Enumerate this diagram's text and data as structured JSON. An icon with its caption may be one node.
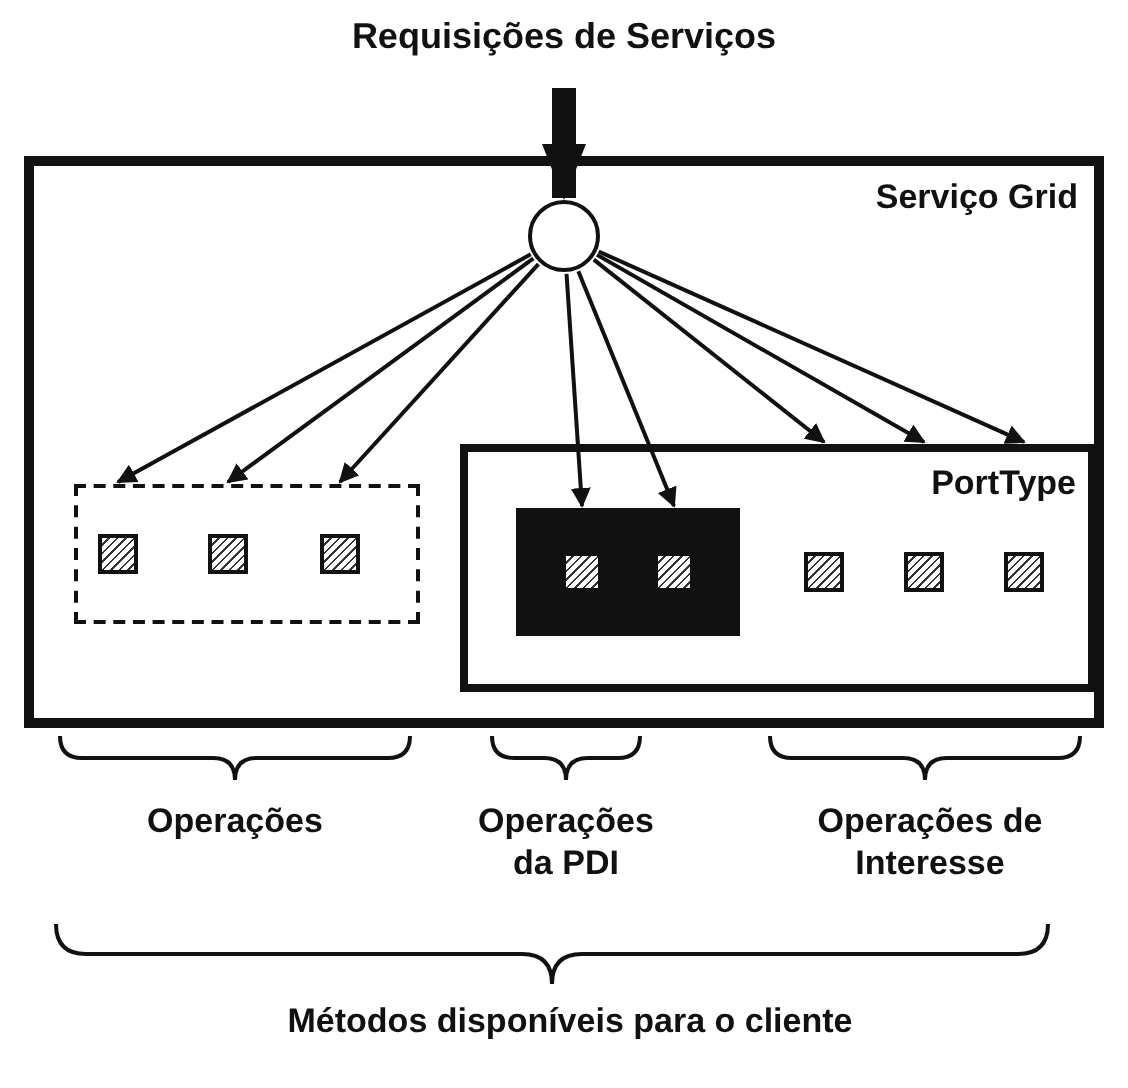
{
  "diagram": {
    "nodes": [
      {
        "text": [
          "Requisições de Serviços"
        ]
      },
      {
        "text": [
          "Serviço Grid"
        ]
      },
      {
        "text": [],
        "shape": "circle",
        "in": 1
      },
      {
        "text": [],
        "shape": "box",
        "in": 1
      },
      {
        "text": [],
        "shape": "box",
        "in": 3
      },
      {
        "text": [],
        "shape": "box",
        "in": 3
      },
      {
        "text": [],
        "shape": "box",
        "in": 3
      },
      {
        "text": [
          "PortType"
        ],
        "in": 1
      },
      {
        "text": [],
        "shape": "box",
        "in": 7
      },
      {
        "text": [],
        "shape": "box",
        "in": 8
      },
      {
        "text": [],
        "shape": "box",
        "in": 8
      },
      {
        "text": [],
        "shape": "box",
        "in": 7
      },
      {
        "text": [],
        "shape": "box",
        "in": 7
      },
      {
        "text": [],
        "shape": "box",
        "in": 7
      }
    ],
    "edges": [
      {
        "from": 0,
        "to": 2,
        "arrow": "to",
        "style": "thick"
      },
      {
        "from": 2,
        "to": 4,
        "arrow": "to"
      },
      {
        "from": 2,
        "to": 5,
        "arrow": "to"
      },
      {
        "from": 2,
        "to": 6,
        "arrow": "to"
      },
      {
        "from": 2,
        "to": 9,
        "arrow": "to"
      },
      {
        "from": 2,
        "to": 10,
        "arrow": "to"
      },
      {
        "from": 2,
        "to": 11,
        "arrow": "to"
      },
      {
        "from": 2,
        "to": 12,
        "arrow": "to"
      },
      {
        "from": 2,
        "to": 13,
        "arrow": "to"
      }
    ],
    "labels": [
      "Operações",
      "Operações da PDI",
      "Operações de Interesse",
      "Métodos disponíveis para o cliente"
    ]
  }
}
